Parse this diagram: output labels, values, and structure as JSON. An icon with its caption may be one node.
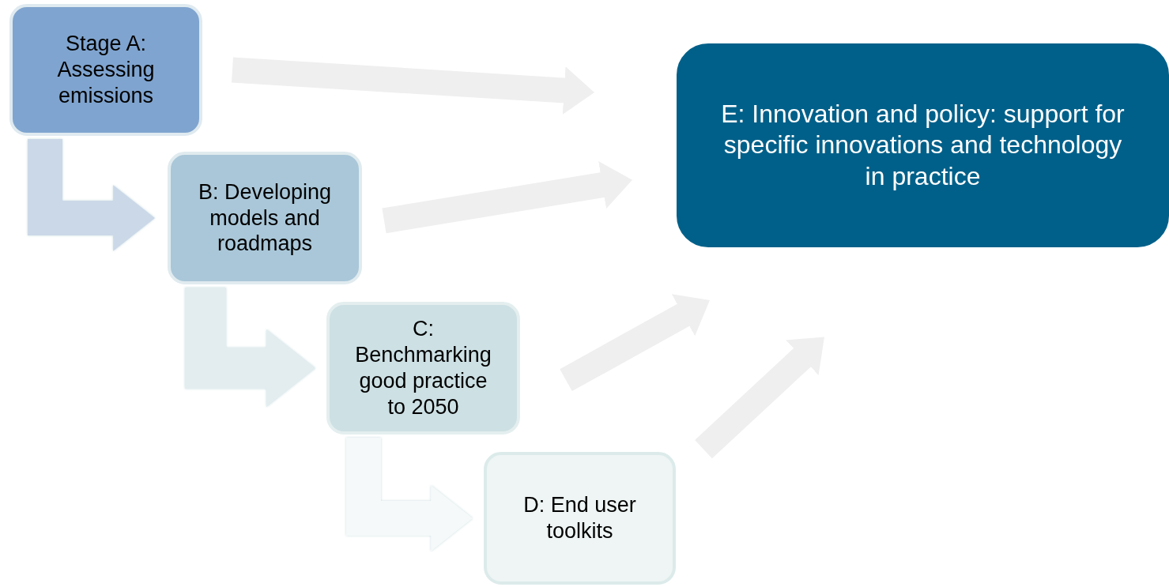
{
  "diagram": {
    "nodes": [
      {
        "text": [
          "Stage A: Assessing emissions"
        ]
      },
      {
        "text": [
          "B: Developing models and roadmaps"
        ]
      },
      {
        "text": [
          "C: Benchmarking good practice to 2050"
        ]
      },
      {
        "text": [
          "D: End user toolkits"
        ]
      },
      {
        "text": [
          "E: Innovation and policy: support for specific innovations and technology in practice"
        ]
      }
    ],
    "edges": [
      {
        "from": 0,
        "to": 1,
        "arrow": "to",
        "color": "#cbd8e8"
      },
      {
        "from": 1,
        "to": 2,
        "arrow": "to",
        "color": "#e3edf0"
      },
      {
        "from": 2,
        "to": 3,
        "arrow": "to",
        "color": "#f5f9f9"
      },
      {
        "from": 0,
        "to": 4,
        "arrow": "to"
      },
      {
        "from": 1,
        "to": 4,
        "arrow": "to"
      },
      {
        "from": 2,
        "to": 4,
        "arrow": "to"
      },
      {
        "from": 3,
        "to": 4,
        "arrow": "to"
      }
    ]
  }
}
